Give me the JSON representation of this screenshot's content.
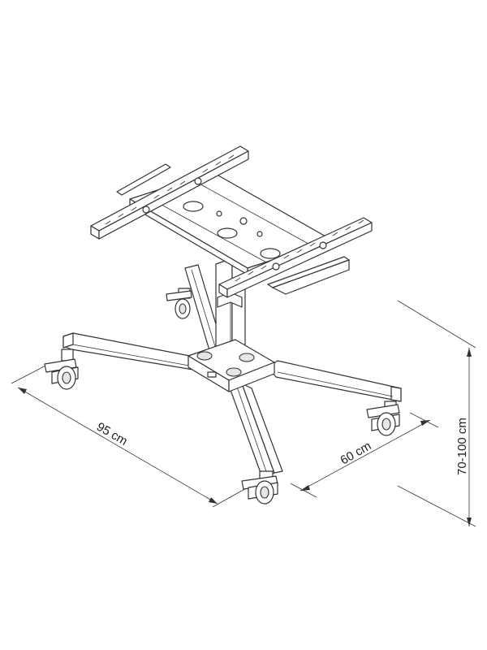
{
  "diagram": {
    "dimensions": {
      "width_label": "95 cm",
      "depth_label": "60 cm",
      "height_label": "70-100 cm"
    },
    "colors": {
      "line": "#333333",
      "fill": "#ffffff",
      "shade": "#e6e6e6"
    }
  }
}
